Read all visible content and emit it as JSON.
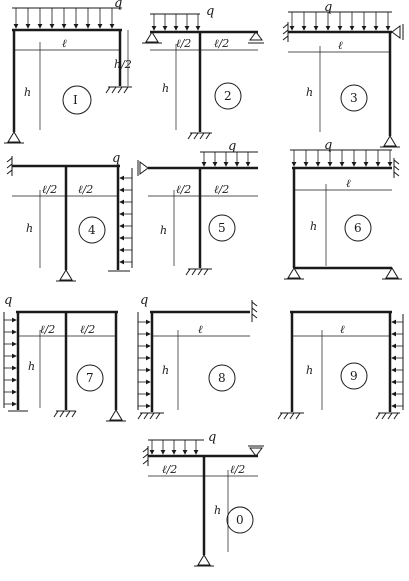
{
  "colors": {
    "ink": "#1a1a1a",
    "paper": "#ffffff"
  },
  "labels": {
    "load": "q",
    "span": "ℓ",
    "half_span": "ℓ/2",
    "height": "h",
    "half_height": "h/2"
  },
  "schemes": [
    {
      "number": "I"
    },
    {
      "number": "2"
    },
    {
      "number": "3"
    },
    {
      "number": "4"
    },
    {
      "number": "5"
    },
    {
      "number": "6"
    },
    {
      "number": "7"
    },
    {
      "number": "8"
    },
    {
      "number": "9"
    },
    {
      "number": "0"
    }
  ]
}
